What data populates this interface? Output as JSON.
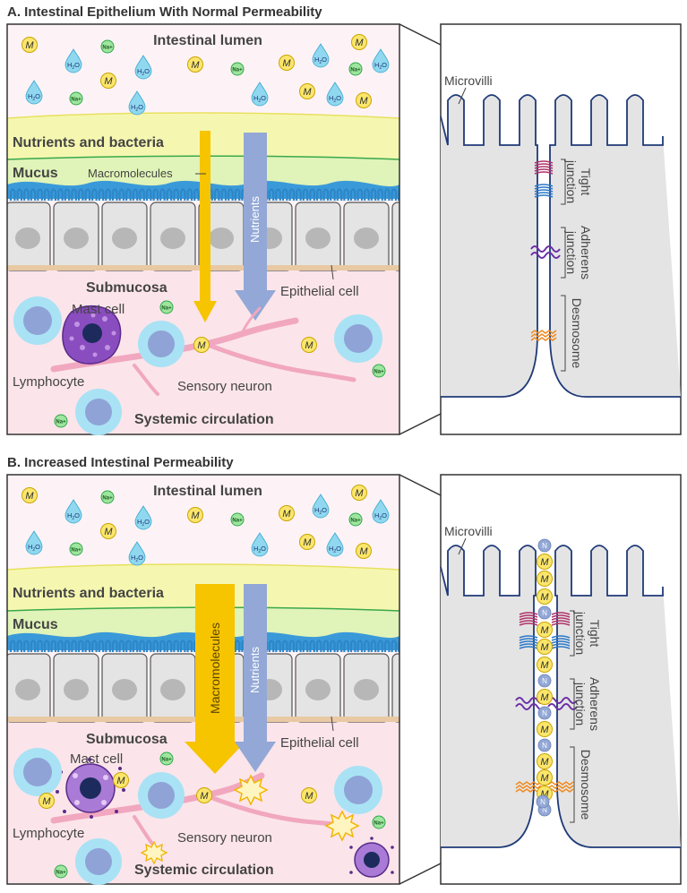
{
  "panels": [
    {
      "title": "A. Intestinal Epithelium With Normal Permeability",
      "labels": {
        "lumen": "Intestinal lumen",
        "nutrients_bacteria": "Nutrients and bacteria",
        "mucus": "Mucus",
        "macromolecules": "Macromolecules",
        "nutrients_arrow": "Nutrients",
        "submucosa": "Submucosa",
        "epithelial_cell": "Epithelial cell",
        "mast_cell": "Mast cell",
        "lymphocyte": "Lymphocyte",
        "sensory_neuron": "Sensory neuron",
        "systemic_circulation": "Systemic circulation"
      },
      "detail": {
        "microvilli": "Microvilli",
        "tight_junction": [
          "Tight",
          "junction"
        ],
        "adherens_junction": [
          "Adherens",
          "junction"
        ],
        "desmosome": "Desmosome"
      }
    },
    {
      "title": "B. Increased Intestinal Permeability",
      "labels": {
        "lumen": "Intestinal lumen",
        "nutrients_bacteria": "Nutrients and bacteria",
        "mucus": "Mucus",
        "macromolecules": "Macromolecules",
        "nutrients_arrow": "Nutrients",
        "submucosa": "Submucosa",
        "epithelial_cell": "Epithelial cell",
        "mast_cell": "Mast cell",
        "lymphocyte": "Lymphocyte",
        "sensory_neuron": "Sensory neuron",
        "systemic_circulation": "Systemic circulation"
      },
      "detail": {
        "microvilli": "Microvilli",
        "tight_junction": [
          "Tight",
          "junction"
        ],
        "adherens_junction": [
          "Adherens",
          "junction"
        ],
        "desmosome": "Desmosome"
      }
    }
  ],
  "particles": {
    "macromolecule": "M",
    "water_h": "H",
    "water_sub": "2",
    "water_o": "O",
    "sodium": "Na+",
    "nutrient": "N"
  },
  "colors": {
    "lumen_bg": "#fdf3f6",
    "nutrient_band": "#f5f7b0",
    "mucus_band": "#e0f3b8",
    "epithelium_blue": "#3a9ad9",
    "cell_fill": "#e4e4e4",
    "submucosa_bg": "#fbe5ea",
    "yellow_arrow": "#f7c400",
    "blue_arrow": "#93a8d6",
    "neuron": "#f1a7bf",
    "mast_cell": "#8a4dbf",
    "lymphocyte_outer": "#a9e2f4",
    "lymphocyte_inner": "#8fa3d6",
    "detail_outline": "#1f3a78",
    "tight_junction": "#b0336a",
    "adherens_junction": "#6b2fa8",
    "desmosome": "#f08a1e"
  }
}
